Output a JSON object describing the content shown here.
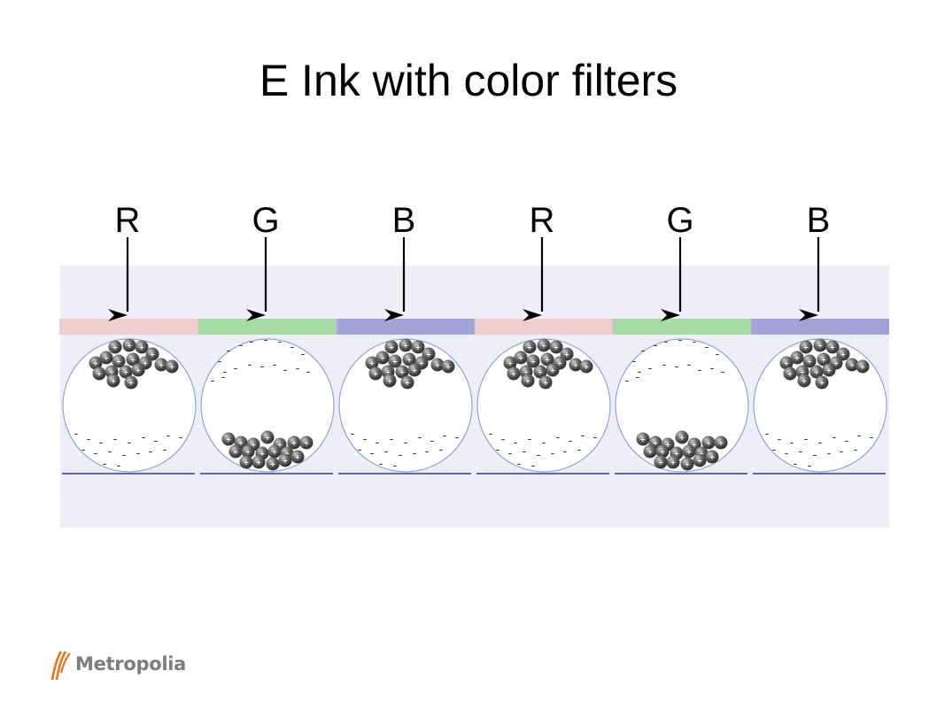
{
  "slide": {
    "title": "E Ink with color filters"
  },
  "diagram": {
    "pixels": [
      {
        "label": "R",
        "filter_color": "#f0cfd0",
        "particles_on": "top"
      },
      {
        "label": "G",
        "filter_color": "#a9dca4",
        "particles_on": "bottom"
      },
      {
        "label": "B",
        "filter_color": "#a2a3d4",
        "particles_on": "top"
      },
      {
        "label": "R",
        "filter_color": "#f0cfd0",
        "particles_on": "top"
      },
      {
        "label": "G",
        "filter_color": "#a9dca4",
        "particles_on": "bottom"
      },
      {
        "label": "B",
        "filter_color": "#a2a3d4",
        "particles_on": "top"
      }
    ],
    "colors": {
      "panel": "#eeeff6",
      "capsule_stroke": "#9aa0d8",
      "electrode": "#2c3aa0",
      "arrow": "#000000",
      "particle": "#555555"
    },
    "positive_sign": "+",
    "negative_sign": "-"
  },
  "logo": {
    "text": "Metropolia",
    "icon": "metropolia-logo-icon",
    "color": "#e07a1f"
  }
}
